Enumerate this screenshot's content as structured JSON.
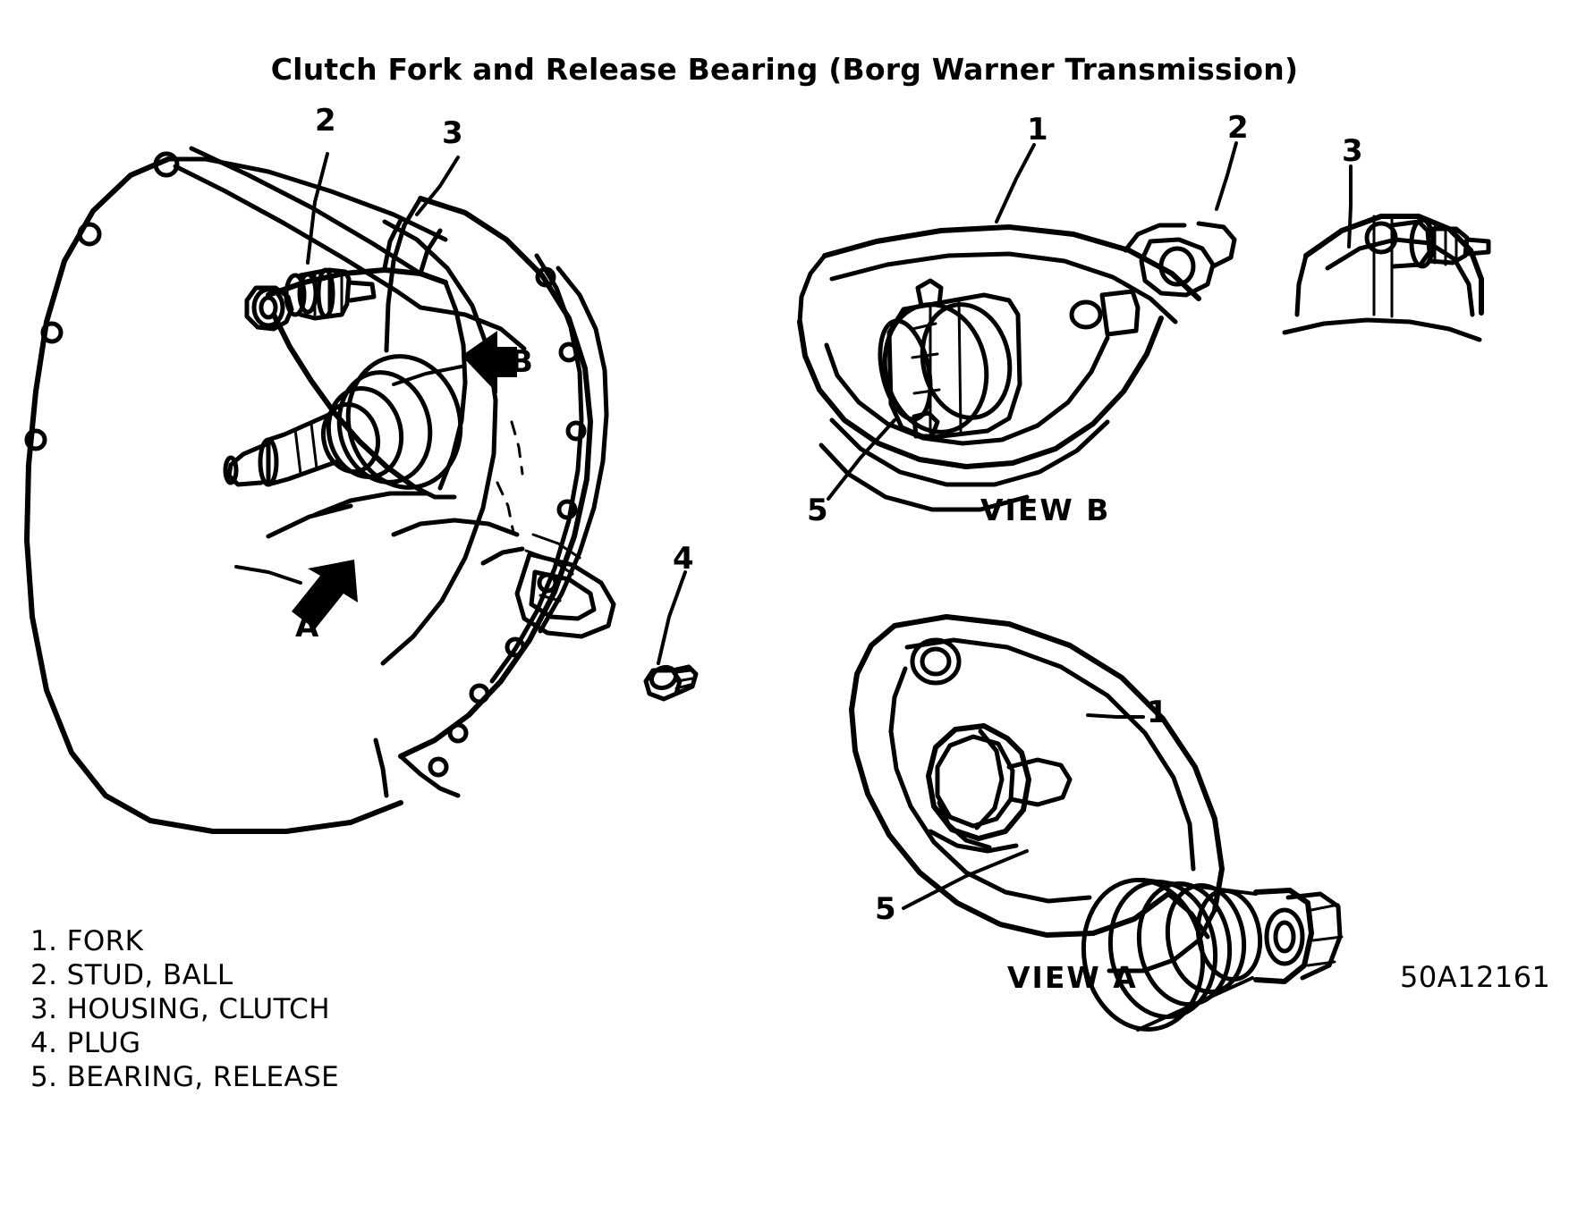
{
  "figure": {
    "title": "Clutch Fork and Release Bearing (Borg Warner Transmission)",
    "code": "50A12161"
  },
  "legend": {
    "items": [
      {
        "label": "1. FORK"
      },
      {
        "label": "2. STUD, BALL"
      },
      {
        "label": "3. HOUSING, CLUTCH"
      },
      {
        "label": "4. PLUG"
      },
      {
        "label": "5. BEARING, RELEASE"
      }
    ]
  },
  "views": {
    "a_caption": "VIEW  A",
    "b_caption": "VIEW  B"
  },
  "callouts": {
    "main_2": "2",
    "main_3": "3",
    "main_4": "4",
    "main_arrow_a": "A",
    "main_arrow_b": "B",
    "viewb_1": "1",
    "viewb_2": "2",
    "viewb_3": "3",
    "viewb_5": "5",
    "viewa_1": "1",
    "viewa_5": "5"
  },
  "colors": {
    "ink": "#000000",
    "paper": "#ffffff"
  }
}
